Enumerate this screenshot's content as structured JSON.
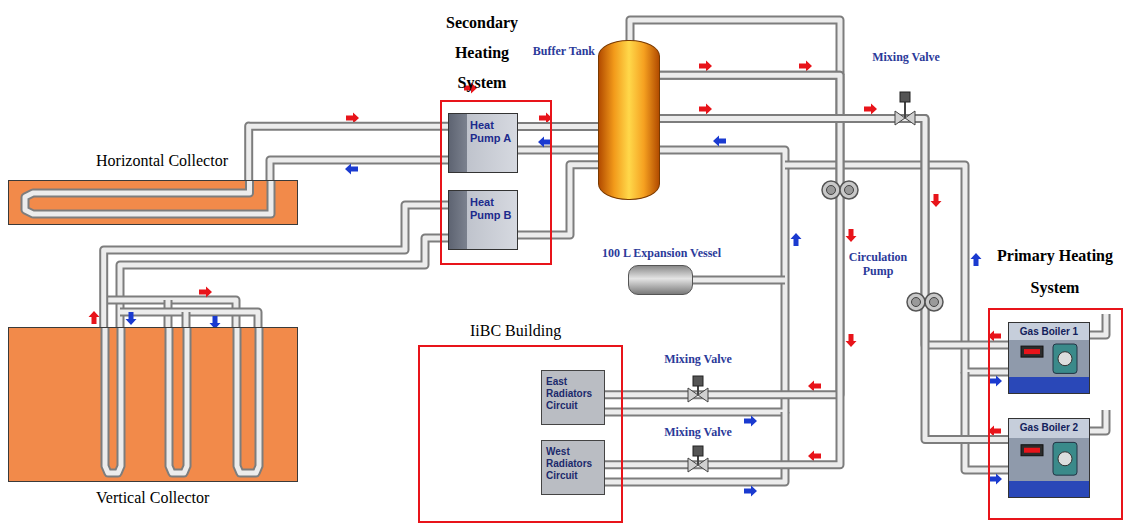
{
  "diagram": {
    "nodes": [
      {
        "text": [
          "Horizontal Collector"
        ]
      },
      {
        "text": [
          "Vertical Collector"
        ]
      },
      {
        "text": [
          "Secondary Heating System"
        ]
      },
      {
        "text": [
          "Heat Pump A"
        ],
        "in": 2
      },
      {
        "text": [
          "Heat Pump B"
        ],
        "in": 2
      },
      {
        "text": [
          "Buffer Tank"
        ]
      },
      {
        "text": [
          "100 L Expansion Vessel"
        ]
      },
      {
        "text": [
          "IiBC Building"
        ]
      },
      {
        "text": [
          "East Radiators Circuit"
        ],
        "in": 7
      },
      {
        "text": [
          "West Radiators Circuit"
        ],
        "in": 7
      },
      {
        "text": [
          "Primary Heating System"
        ]
      },
      {
        "text": [
          "Gas Boiler 1"
        ],
        "in": 10
      },
      {
        "text": [
          "Gas Boiler 2"
        ],
        "in": 10
      }
    ],
    "edges": [
      {
        "from": 0,
        "to": 3,
        "arrow": "none"
      },
      {
        "from": 1,
        "to": 4,
        "arrow": "none"
      },
      {
        "from": 3,
        "to": 5,
        "arrow": "none"
      },
      {
        "from": 4,
        "to": 5,
        "arrow": "none"
      },
      {
        "from": 5,
        "to": 8,
        "arrow": "none"
      },
      {
        "from": 5,
        "to": 9,
        "arrow": "none"
      },
      {
        "from": 5,
        "to": 11,
        "arrow": "none"
      },
      {
        "from": 5,
        "to": 12,
        "arrow": "none"
      }
    ],
    "labels": [
      "Mixing Valve",
      "Mixing Valve",
      "Mixing Valve",
      "Circulation Pump"
    ]
  }
}
